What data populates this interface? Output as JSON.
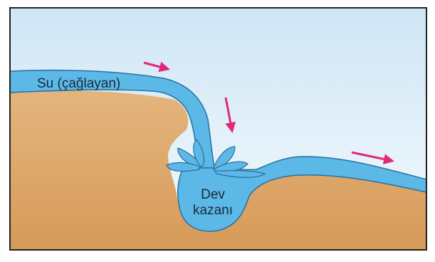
{
  "labels": {
    "water": "Su (çağlayan)",
    "pothole_line1": "Dev",
    "pothole_line2": "kazanı"
  },
  "colors": {
    "frame": "#222222",
    "sky_top": "#cfe6f5",
    "sky_bottom": "#f4fafe",
    "ground_top": "#e4b57e",
    "ground_bottom": "#d69a58",
    "water": "#5cb8e6",
    "water_edge": "#2a6f9e",
    "arrow": "#e0287d",
    "text": "#1a2a3a"
  },
  "arrows": [
    {
      "name": "flow-arrow-top",
      "direction": "right"
    },
    {
      "name": "flow-arrow-down",
      "direction": "down"
    },
    {
      "name": "flow-arrow-right",
      "direction": "right"
    }
  ]
}
